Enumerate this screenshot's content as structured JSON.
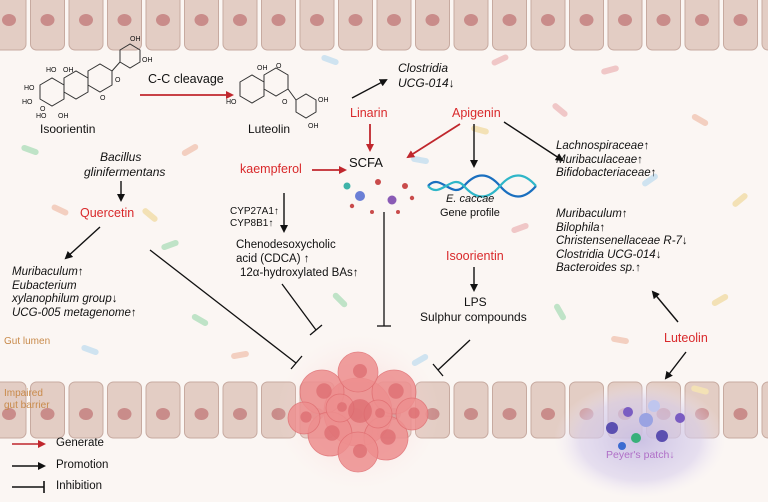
{
  "colors": {
    "generate_arrow": "#c0272d",
    "promotion_arrow": "#111111",
    "red_label": "#d9292b",
    "cell_fill": "#e3cdc4",
    "cell_border": "#c7aaa0",
    "nucleus": "#c98c8a",
    "tumor": "#ee8f8f",
    "peyers_patch": "#c9bfe3"
  },
  "compounds": {
    "isoorientin_top": "Isoorientin",
    "luteolin_top": "Luteolin",
    "linarin": "Linarin",
    "apigenin": "Apigenin",
    "kaempferol": "kaempferol",
    "quercetin": "Quercetin",
    "isoorientin_mid": "Isoorientin",
    "luteolin_right": "Luteolin"
  },
  "labels": {
    "cc_cleavage": "C-C cleavage",
    "clostridia_1": "Clostridia",
    "clostridia_2": "UCG-014↓",
    "bacillus_1": "Bacillus",
    "bacillus_2": "glinifermentans",
    "scfa": "SCFA",
    "ecaccae": "E. caccae",
    "gene_profile": "Gene profile",
    "cyp_1": "CYP27A1↑",
    "cyp_2": "CYP8B1↑",
    "cdca_1": "Chenodesoxycholic",
    "cdca_2": "acid (CDCA) ↑",
    "cdca_3": "12α-hydroxylated BAs↑",
    "lps": "LPS",
    "sulphur": "Sulphur compounds",
    "gut_lumen": "Gut lumen",
    "impaired_1": "Impaired",
    "impaired_2": "gut barrier",
    "peyers": "Peyer's patch↓"
  },
  "lists": {
    "apigenin_effects": [
      "Lachnospiraceae↑",
      "Muribaculaceae↑",
      "Bifidobacteriaceae↑"
    ],
    "luteolin_effects": [
      "Muribaculum↑",
      "Bilophila↑",
      "Christensenellaceae R-7↓",
      "Clostridia UCG-014↓",
      "Bacteroides sp.↑"
    ],
    "quercetin_effects": [
      "Muribaculum↑",
      "Eubacterium",
      "xylanophilum group↓",
      "UCG-005 metagenome↑"
    ]
  },
  "legend": {
    "generate": "Generate",
    "promotion": "Promotion",
    "inhibition": "Inhibition"
  },
  "molecules": [
    {
      "name": "isoorientin",
      "atoms": [
        "HO",
        "OH",
        "HO",
        "OH",
        "HO",
        "O",
        "OH",
        "HO",
        "O",
        "OH",
        "O"
      ]
    },
    {
      "name": "luteolin",
      "atoms": [
        "OH",
        "O",
        "HO",
        "O",
        "OH",
        "OH"
      ]
    }
  ]
}
